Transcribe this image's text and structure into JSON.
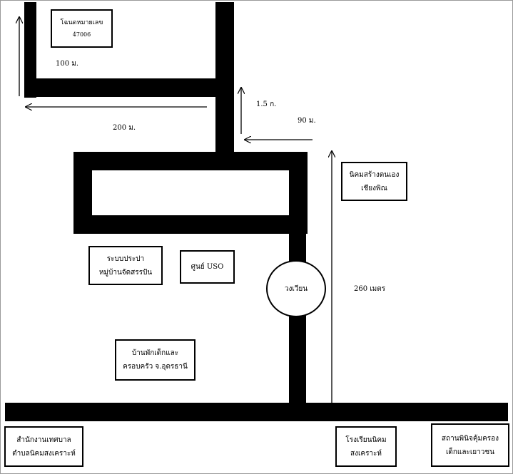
{
  "labels": {
    "dist_100m": "100 ม.",
    "dist_1_5km": "1.5 ก.",
    "dist_200m": "200 ม.",
    "dist_90m": "90 ม.",
    "dist_260m": "260 เมตร"
  },
  "roundabout": "วงเวียน",
  "boxes": {
    "housing": [
      "โฉนดหมายเลข",
      "47006"
    ],
    "self_help": [
      "นิคมสร้างตนเอง",
      "เชียงพิณ"
    ],
    "water_supply": [
      "ระบบประปา",
      "หมู่บ้านจัดสรรปัน"
    ],
    "uso_center": [
      "ศูนย์ USO"
    ],
    "children_home": [
      "บ้านพักเด็กและ",
      "ครอบครัว จ.อุดรธานี"
    ],
    "municipality": [
      "สำนักงานเทศบาล",
      "ตำบลนิคมสงเคราะห์"
    ],
    "school": [
      "โรงเรียนนิคม",
      "สงเคราะห์"
    ],
    "youth_center": [
      "สถานพินิจคุ้มครอง",
      "เด็กและเยาวชน"
    ]
  }
}
